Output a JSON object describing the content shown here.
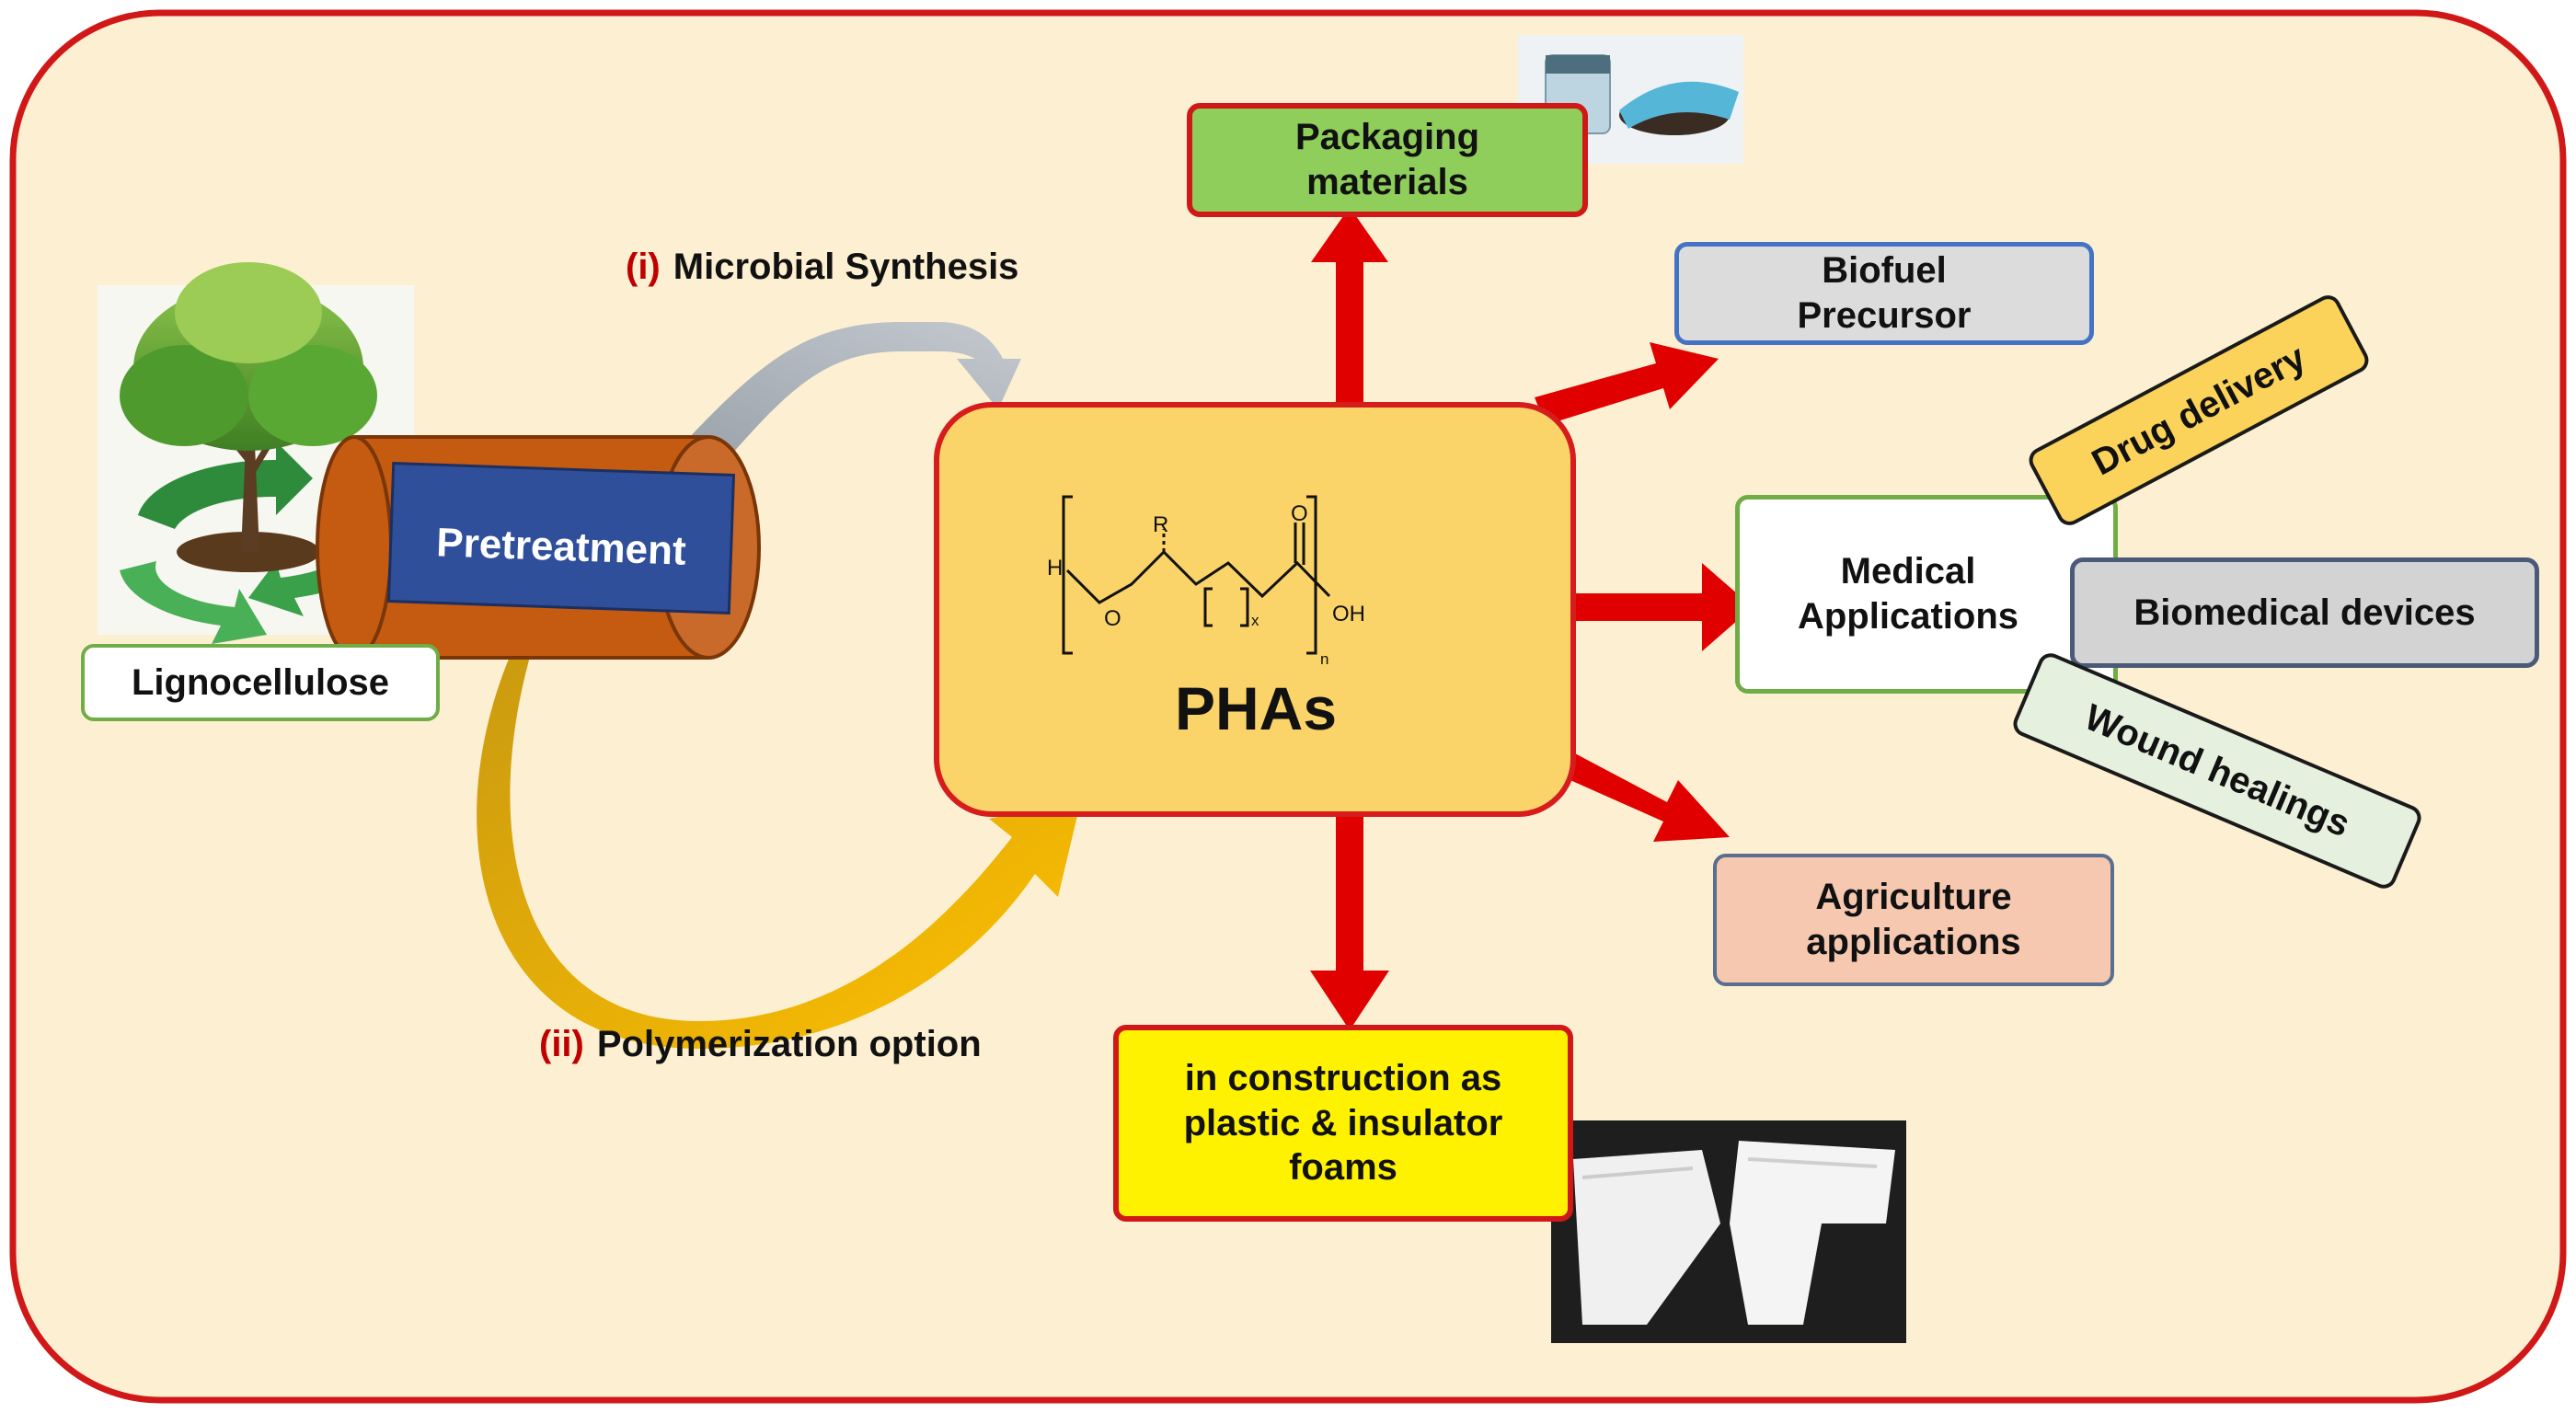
{
  "labels": {
    "lignocellulose": "Lignocellulose",
    "pretreatment": "Pretreatment",
    "microbial_synthesis_num": "(i)",
    "microbial_synthesis": "Microbial Synthesis",
    "polymerization_num": "(ii)",
    "polymerization": "Polymerization option",
    "phas": "PHAs"
  },
  "chemical_structure": {
    "atoms": [
      "H",
      "O",
      "R",
      "O",
      "OH"
    ],
    "subscripts": [
      "x",
      "n"
    ]
  },
  "applications": {
    "packaging": "Packaging materials",
    "biofuel": "Biofuel Precursor",
    "medical": "Medical Applications",
    "drug_delivery": "Drug delivery",
    "biomedical_devices": "Biomedical devices",
    "wound_healings": "Wound healings",
    "agriculture": "Agriculture applications",
    "construction": "in construction as plastic & insulator foams"
  },
  "colors": {
    "frame_border": "#d01818",
    "frame_fill": "#fdf0d2",
    "arrow_red": "#e10000",
    "pretreatment_drum": "#c55a11",
    "pretreatment_band": "#2f4f9b",
    "pha_box": "#fbd469",
    "synthesis_arrow": "#a6adb6",
    "polymerization_arrow": "#f2b705",
    "packaging_box": "#8fce5a",
    "biofuel_box": "#dcdcdc",
    "drug_delivery_box": "#fbd35a",
    "biomedical_box": "#d3d3d3",
    "wound_box": "#e5f0de",
    "agriculture_box": "#f6c8b0",
    "construction_box": "#fff200"
  },
  "images": {
    "tree": "tree-recycle-illustration",
    "packaging_photo": "packaging-products-photo",
    "foam_photo": "insulator-foam-photo"
  }
}
